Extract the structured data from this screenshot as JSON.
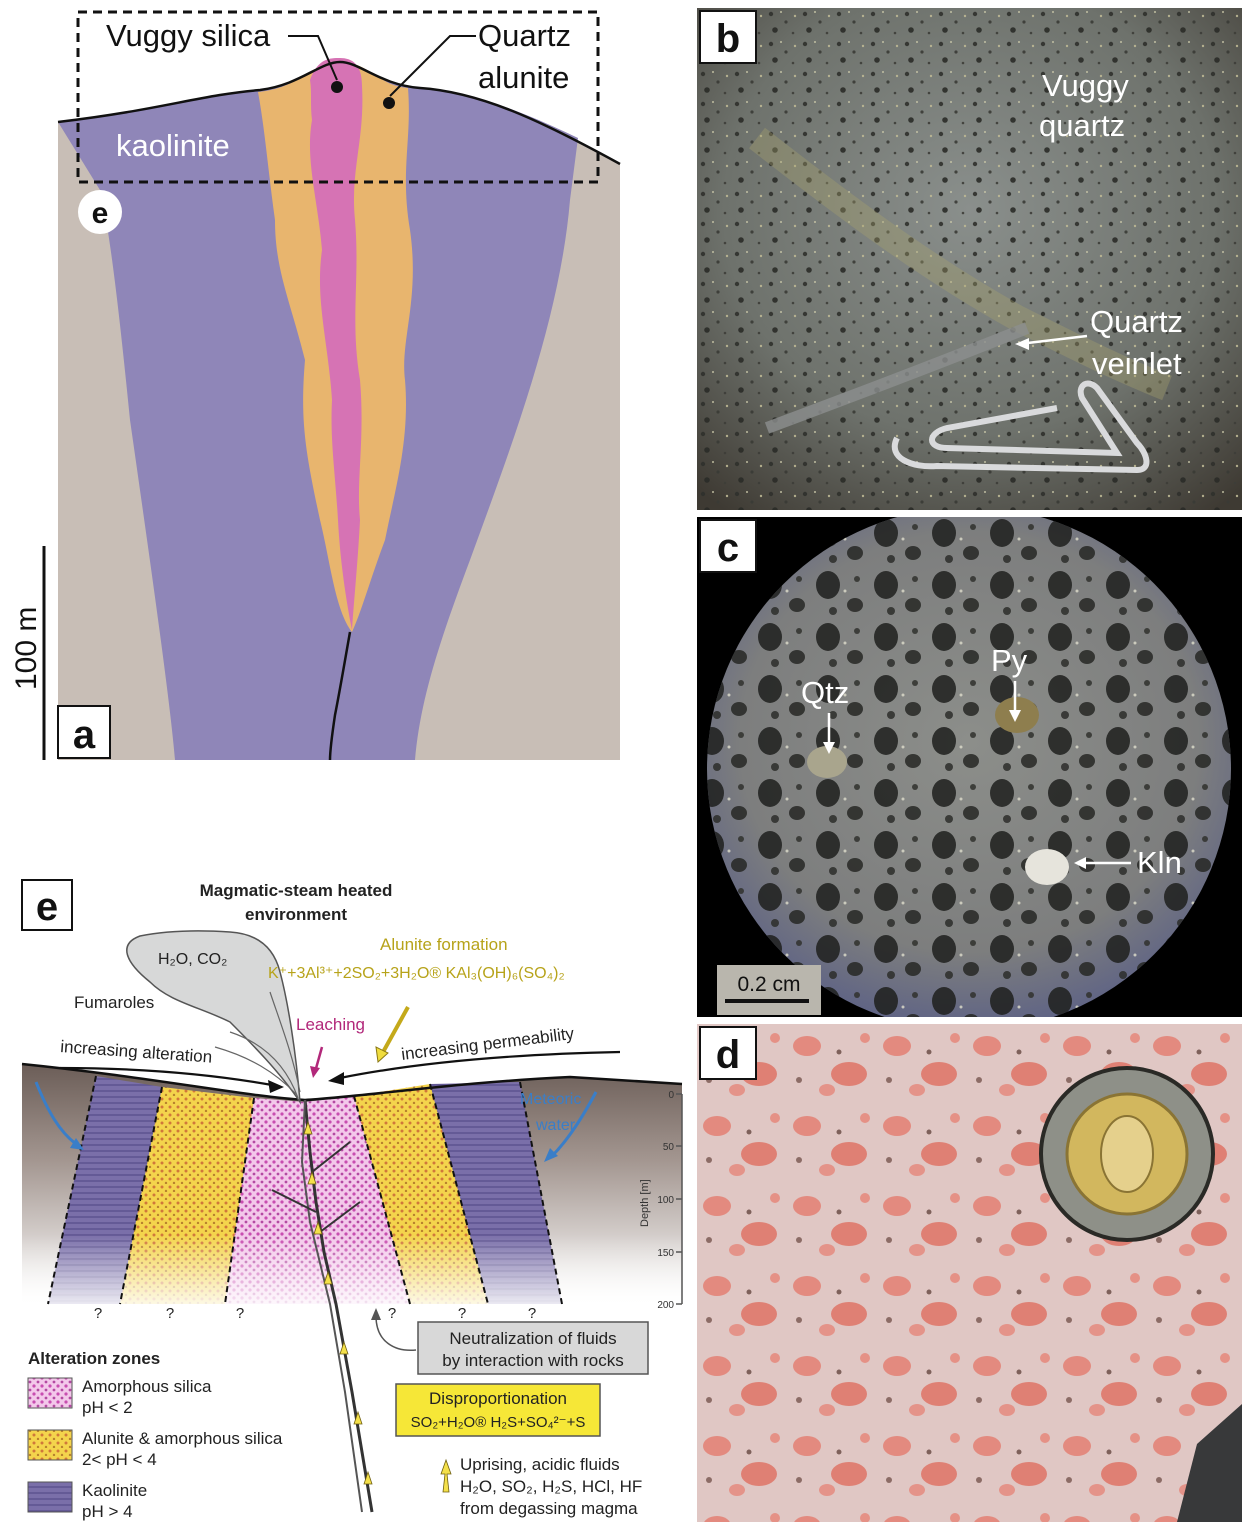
{
  "panel_a": {
    "label": "a",
    "scale": "100 m",
    "inset_label": "e",
    "labels": {
      "vuggy": "Vuggy silica",
      "qa_line1": "Quartz",
      "qa_line2": "alunite",
      "kaolinite": "kaolinite"
    }
  },
  "panel_b": {
    "label": "b",
    "labels": {
      "vq_line1": "Vuggy",
      "vq_line2": "quartz",
      "qv_line1": "Quartz",
      "qv_line2": "veinlet"
    }
  },
  "panel_c": {
    "label": "c",
    "labels": {
      "py": "Py",
      "qtz": "Qtz",
      "kln": "Kln"
    },
    "scale": "0.2 cm"
  },
  "panel_d": {
    "label": "d"
  },
  "panel_e": {
    "label": "e",
    "title_line1": "Magmatic-steam heated",
    "title_line2": "environment",
    "gases": "H₂O, CO₂",
    "fumaroles": "Fumaroles",
    "alunite_title": "Alunite formation",
    "alunite_eq": "K⁺+3Al³⁺+2SO₂+3H₂O® KAl₃(OH)₆(SO₄)₂",
    "leaching": "Leaching",
    "inc_alteration": "increasing alteration",
    "inc_permeability": "increasing permeability",
    "meteoric_line1": "Meteoric",
    "meteoric_line2": "water",
    "depth_label": "Depth [m]",
    "depth_ticks": [
      "0",
      "50",
      "100",
      "150",
      "200"
    ],
    "question": "?",
    "neutral_line1": "Neutralization of fluids",
    "neutral_line2": "by interaction with rocks",
    "disprop_title": "Disproportionation",
    "disprop_eq": "SO₂+H₂O® H₂S+SO₄²⁻+S",
    "uprising_line1": "Uprising, acidic fluids",
    "uprising_line2": "H₂O, SO₂, H₂S, HCl, HF",
    "uprising_line3": "from degassing magma",
    "legend_title": "Alteration zones",
    "legend": [
      {
        "name": "Amorphous silica",
        "ph": "pH < 2",
        "color": "#d76fc8"
      },
      {
        "name": "Alunite & amorphous silica",
        "ph": "2< pH < 4",
        "color": "#f0d048"
      },
      {
        "name": "Kaolinite",
        "ph": "pH > 4",
        "color": "#7a6ea8"
      }
    ]
  },
  "colors": {
    "purple": "#9186b6",
    "orange": "#e8b46c",
    "pink": "#d773b4",
    "grey_bg": "#c7bdb6"
  }
}
